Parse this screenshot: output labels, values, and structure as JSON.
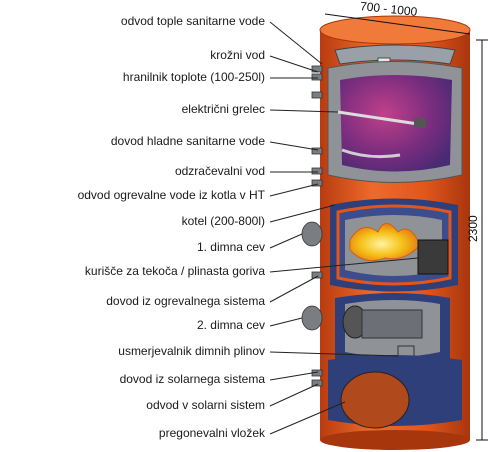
{
  "labels": [
    "odvod tople sanitarne vode",
    "krožni vod",
    "hranilnik toplote (100-250l)",
    "električni grelec",
    "dovod hladne sanitarne vode",
    "odzračevalni vod",
    "odvod ogrevalne vode iz kotla v HT",
    "kotel (200-800l)",
    "1. dimna cev",
    "kurišče za tekoča / plinasta goriva",
    "dovod iz ogrevalnega sistema",
    "2. dimna cev",
    "usmerjevalnik dimnih plinov",
    "dovod iz solarnega sistema",
    "odvod v solarni sistem",
    "pregonevalni vložek"
  ],
  "dimensions": {
    "width": "700 - 1000",
    "height": "2300"
  },
  "colors": {
    "tank_body": "#e2561c",
    "tank_body_dark": "#c23f10",
    "insulation_gray": "#8f9297",
    "storage_purple": "#7a2d7e",
    "coil_blue": "#2f3f7a",
    "flame_yellow": "#f6c21a"
  }
}
